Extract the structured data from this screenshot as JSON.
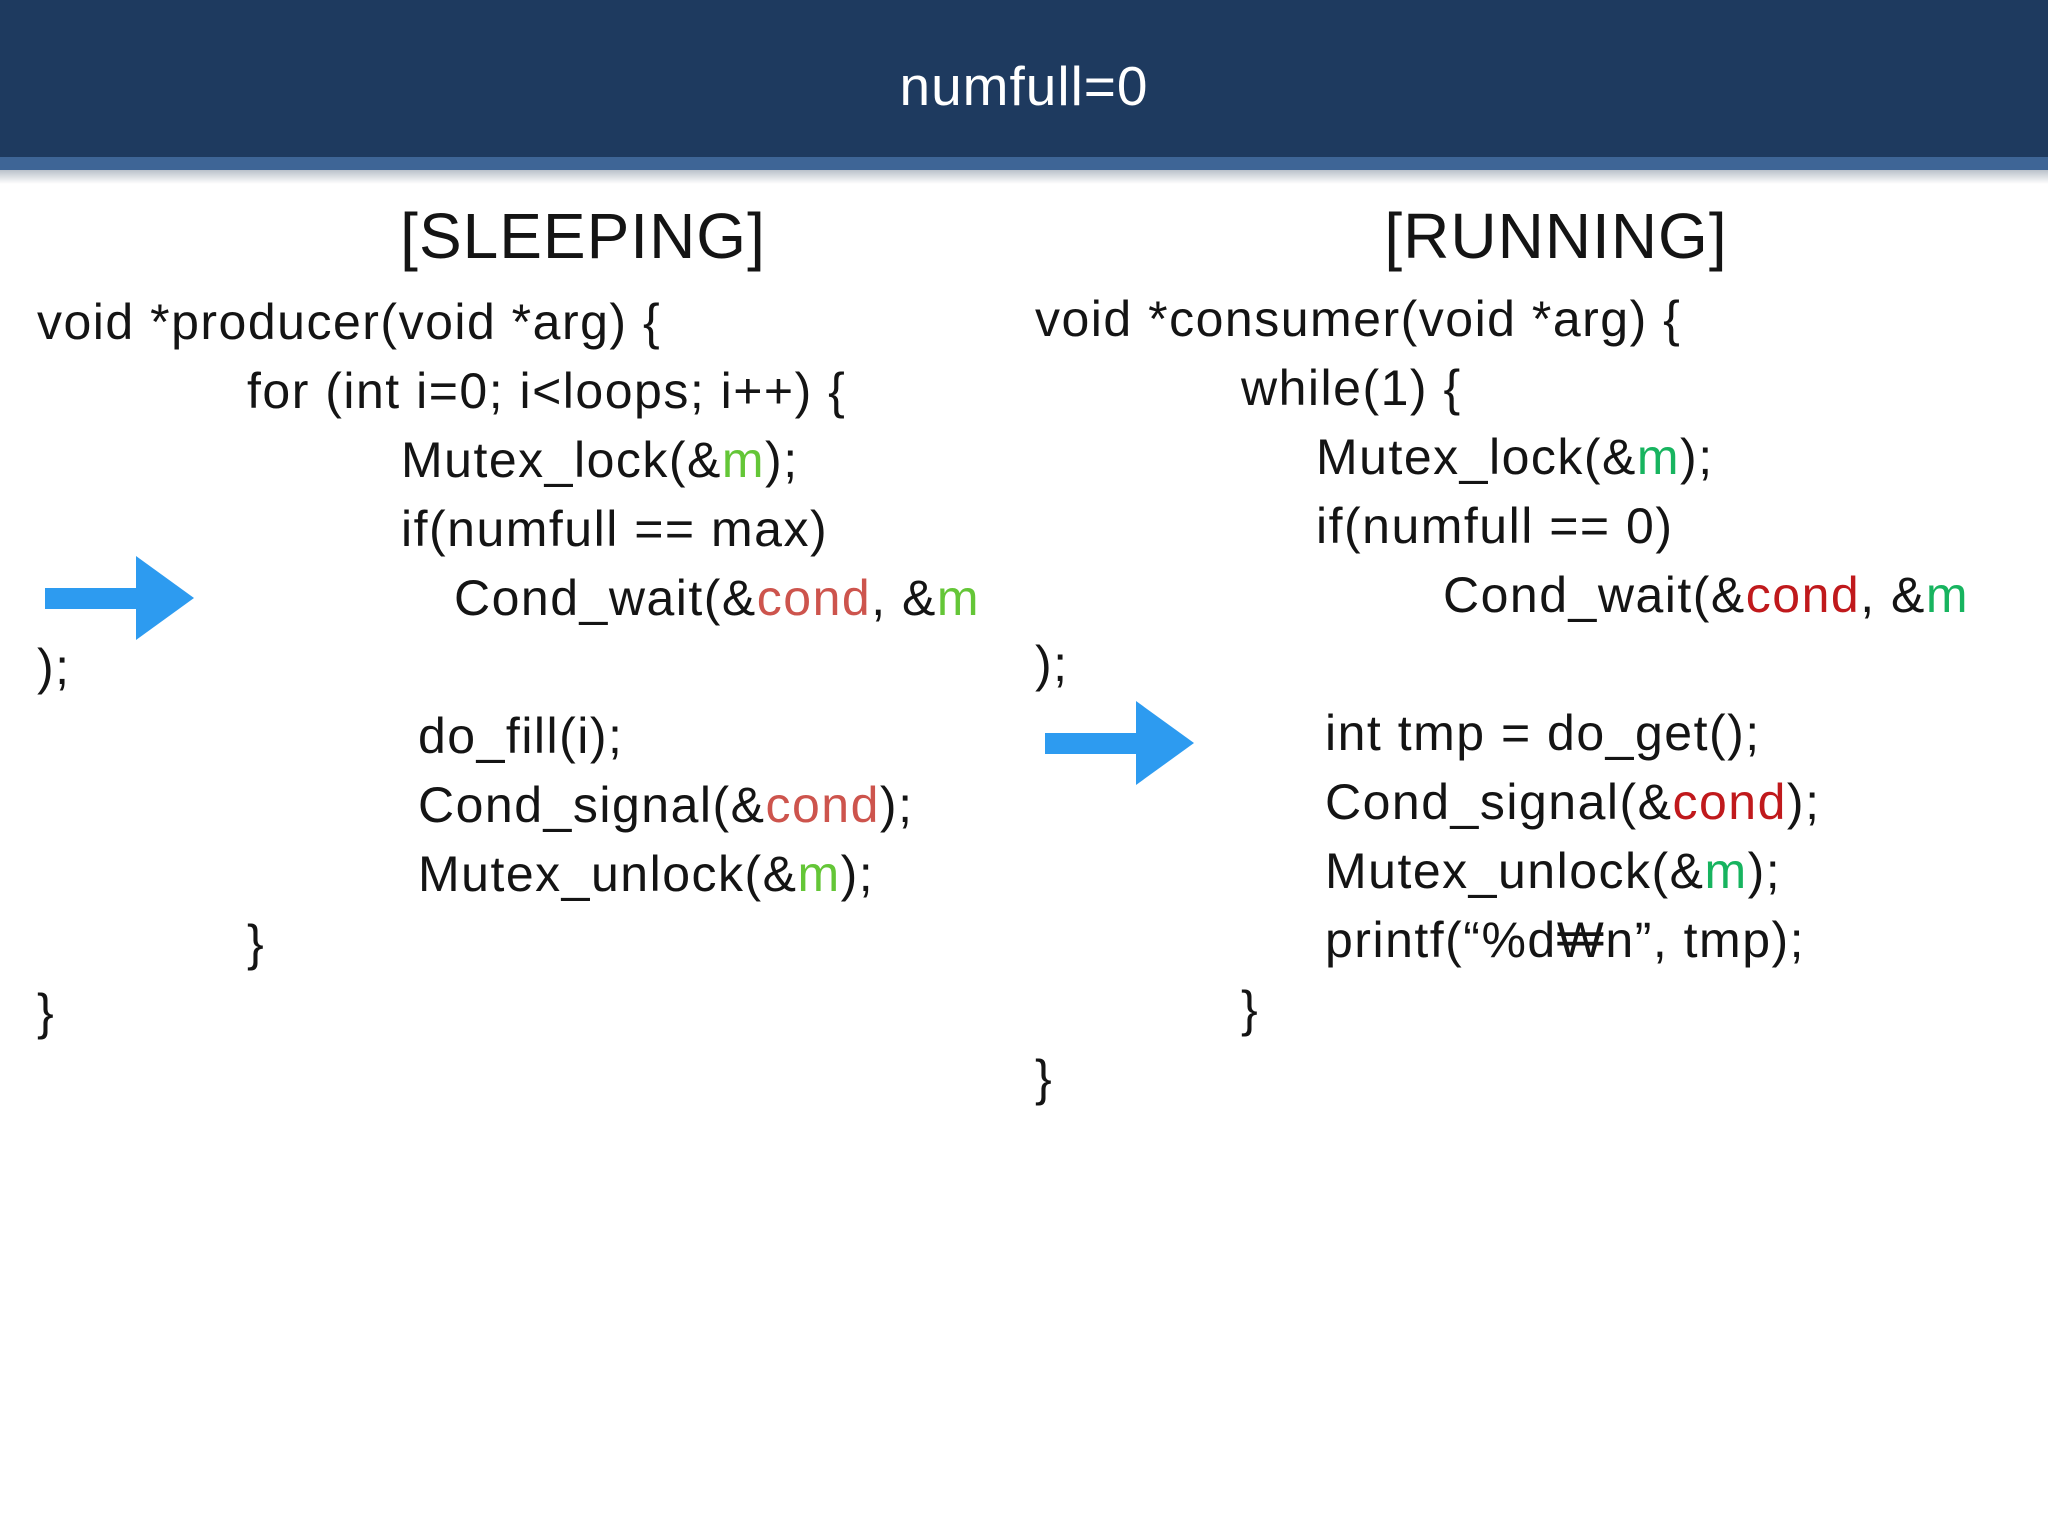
{
  "header": {
    "title": "numfull=0"
  },
  "colors": {
    "header_bg": "#1e3a5f",
    "header_strip": "#3e6596",
    "arrow": "#2d9bf0",
    "black": "#141414",
    "red_left": "#cd544d",
    "green_left": "#64c637",
    "red_right": "#c0191c",
    "green_right": "#17b45f"
  },
  "left_column": {
    "title": "[SLEEPING]",
    "state": "SLEEPING",
    "lines": [
      {
        "indent": 0,
        "segments": [
          {
            "text": "void *producer(void *arg) {",
            "color": "black"
          }
        ]
      },
      {
        "indent": 210,
        "segments": [
          {
            "text": "for (int i=0; i<loops; i++) {",
            "color": "black"
          }
        ]
      },
      {
        "indent": 364,
        "segments": [
          {
            "text": "Mutex_lock(&",
            "color": "black"
          },
          {
            "text": "m",
            "color": "green_left"
          },
          {
            "text": ");",
            "color": "black"
          }
        ]
      },
      {
        "indent": 364,
        "segments": [
          {
            "text": "if(numfull == max)",
            "color": "black"
          }
        ]
      },
      {
        "indent": 417,
        "segments": [
          {
            "text": "Cond_wait(&",
            "color": "black"
          },
          {
            "text": "cond",
            "color": "red_left"
          },
          {
            "text": ", &",
            "color": "black"
          },
          {
            "text": "m",
            "color": "green_left"
          }
        ]
      },
      {
        "indent": 0,
        "segments": [
          {
            "text": ");",
            "color": "black"
          }
        ]
      },
      {
        "indent": 381,
        "segments": [
          {
            "text": "do_fill(i);",
            "color": "black"
          }
        ]
      },
      {
        "indent": 381,
        "segments": [
          {
            "text": "Cond_signal(&",
            "color": "black"
          },
          {
            "text": "cond",
            "color": "red_left"
          },
          {
            "text": ");",
            "color": "black"
          }
        ]
      },
      {
        "indent": 381,
        "segments": [
          {
            "text": "Mutex_unlock(&",
            "color": "black"
          },
          {
            "text": "m",
            "color": "green_left"
          },
          {
            "text": ");",
            "color": "black"
          }
        ]
      },
      {
        "indent": 210,
        "segments": [
          {
            "text": "}",
            "color": "black"
          }
        ]
      },
      {
        "indent": 0,
        "segments": [
          {
            "text": "}",
            "color": "black"
          }
        ]
      }
    ]
  },
  "right_column": {
    "title": "[RUNNING]",
    "state": "RUNNING",
    "lines": [
      {
        "indent": 0,
        "segments": [
          {
            "text": "void *consumer(void *arg) {",
            "color": "black"
          }
        ]
      },
      {
        "indent": 206,
        "segments": [
          {
            "text": "while(1) {",
            "color": "black"
          }
        ]
      },
      {
        "indent": 281,
        "segments": [
          {
            "text": "Mutex_lock(&",
            "color": "black"
          },
          {
            "text": "m",
            "color": "green_right"
          },
          {
            "text": ");",
            "color": "black"
          }
        ]
      },
      {
        "indent": 281,
        "segments": [
          {
            "text": "if(numfull == 0)",
            "color": "black"
          }
        ]
      },
      {
        "indent": 408,
        "segments": [
          {
            "text": "Cond_wait(&",
            "color": "black"
          },
          {
            "text": "cond",
            "color": "red_right"
          },
          {
            "text": ", &",
            "color": "black"
          },
          {
            "text": "m",
            "color": "green_right"
          }
        ]
      },
      {
        "indent": 0,
        "segments": [
          {
            "text": ");",
            "color": "black"
          }
        ]
      },
      {
        "indent": 290,
        "segments": [
          {
            "text": "int tmp = do_get();",
            "color": "black"
          }
        ]
      },
      {
        "indent": 290,
        "segments": [
          {
            "text": "Cond_signal(&",
            "color": "black"
          },
          {
            "text": "cond",
            "color": "red_right"
          },
          {
            "text": ");",
            "color": "black"
          }
        ]
      },
      {
        "indent": 290,
        "segments": [
          {
            "text": "Mutex_unlock(&",
            "color": "black"
          },
          {
            "text": "m",
            "color": "green_right"
          },
          {
            "text": ");",
            "color": "black"
          }
        ]
      },
      {
        "indent": 290,
        "segments": [
          {
            "text": "printf(“%d₩n”, tmp);",
            "color": "black"
          }
        ]
      },
      {
        "indent": 206,
        "segments": [
          {
            "text": "}",
            "color": "black"
          }
        ]
      },
      {
        "indent": 0,
        "segments": [
          {
            "text": "}",
            "color": "black"
          }
        ]
      }
    ]
  }
}
